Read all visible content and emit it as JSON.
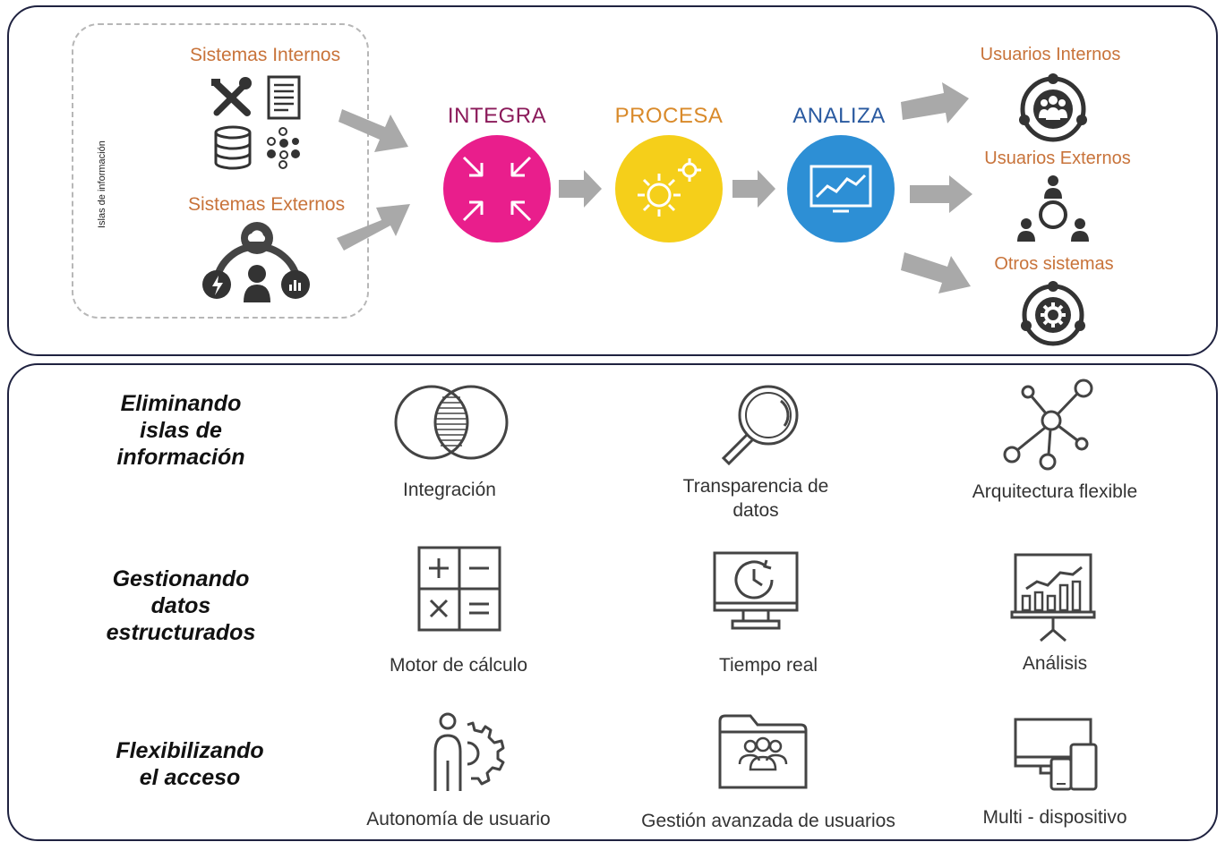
{
  "top": {
    "islas_label": "Islas de información",
    "sources": {
      "internal": "Sistemas Internos",
      "external": "Sistemas Externos"
    },
    "stages": [
      {
        "label": "INTEGRA",
        "color": "#e91e8c",
        "label_color": "#8b1a5a"
      },
      {
        "label": "PROCESA",
        "color": "#f5cf1a",
        "label_color": "#d98a2a"
      },
      {
        "label": "ANALIZA",
        "color": "#2d8fd5",
        "label_color": "#2a5aa0"
      }
    ],
    "outputs": [
      {
        "label": "Usuarios Internos"
      },
      {
        "label": "Usuarios Externos"
      },
      {
        "label": "Otros sistemas"
      }
    ]
  },
  "bottom": {
    "categories": [
      {
        "label": "Eliminando\nislas de\ninformación"
      },
      {
        "label": "Gestionando\ndatos\nestructurados"
      },
      {
        "label": "Flexibilizando\nel acceso"
      }
    ],
    "features": [
      {
        "label": "Integración",
        "icon": "venn-icon"
      },
      {
        "label": "Transparencia de\ndatos",
        "icon": "magnifier-icon"
      },
      {
        "label": "Arquitectura flexible",
        "icon": "network-icon"
      },
      {
        "label": "Motor de cálculo",
        "icon": "calculator-icon"
      },
      {
        "label": "Tiempo real",
        "icon": "monitor-clock-icon"
      },
      {
        "label": "Análisis",
        "icon": "presentation-chart-icon"
      },
      {
        "label": "Autonomía de usuario",
        "icon": "user-gear-icon"
      },
      {
        "label": "Gestión avanzada de usuarios",
        "icon": "folder-users-icon"
      },
      {
        "label": "Multi - dispositivo",
        "icon": "devices-icon"
      }
    ]
  },
  "colors": {
    "panel_border": "#1f2240",
    "orange_text": "#c8733a",
    "arrow_gray": "#a9a9a9",
    "icon_dark": "#333333",
    "icon_gray": "#555555"
  }
}
